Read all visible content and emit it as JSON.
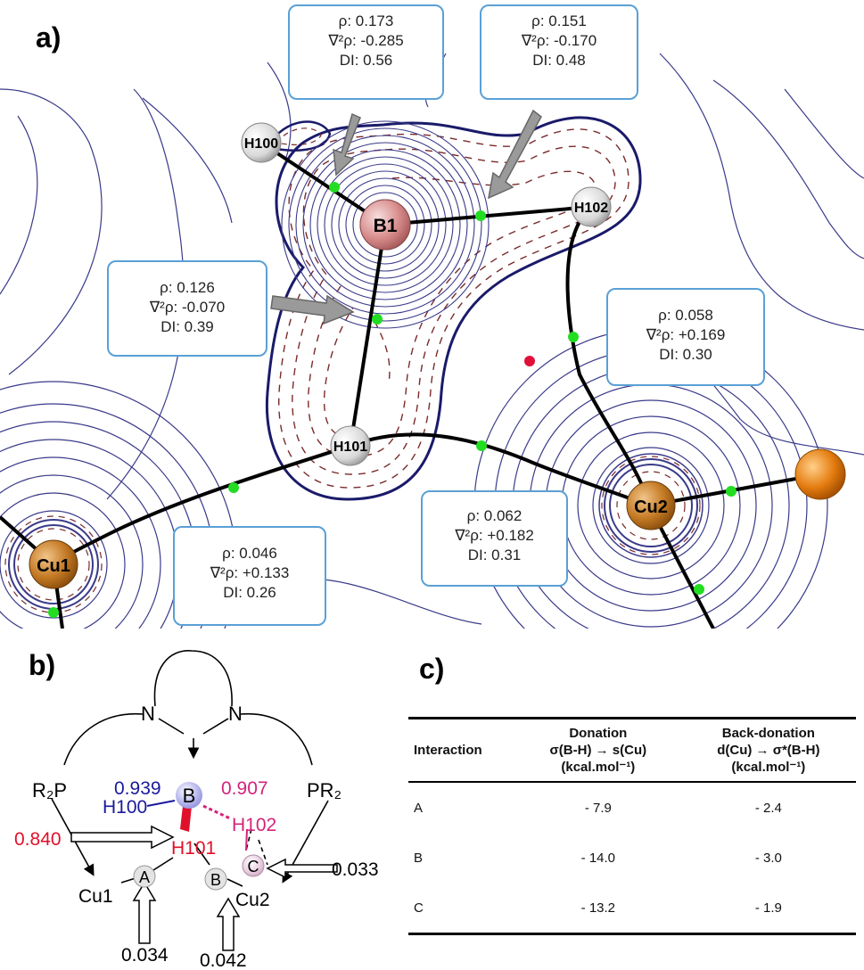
{
  "panels": {
    "a": "a)",
    "b": "b)",
    "c": "c)"
  },
  "atoms": {
    "B1": "B1",
    "H100": "H100",
    "H101": "H101",
    "H102": "H102",
    "Cu1": "Cu1",
    "Cu2": "Cu2"
  },
  "callouts": [
    {
      "id": "b1-h100",
      "rho": "ρ: 0.173",
      "lap": "∇²ρ: -0.285",
      "di": "DI: 0.56"
    },
    {
      "id": "b1-h102",
      "rho": "ρ: 0.151",
      "lap": "∇²ρ: -0.170",
      "di": "DI: 0.48"
    },
    {
      "id": "b1-h101",
      "rho": "ρ: 0.126",
      "lap": "∇²ρ: -0.070",
      "di": "DI: 0.39"
    },
    {
      "id": "h102-cu2",
      "rho": "ρ: 0.058",
      "lap": "∇²ρ: +0.169",
      "di": "DI: 0.30"
    },
    {
      "id": "h101-cu2",
      "rho": "ρ: 0.062",
      "lap": "∇²ρ: +0.182",
      "di": "DI: 0.31"
    },
    {
      "id": "h101-cu1",
      "rho": "ρ: 0.046",
      "lap": "∇²ρ: +0.133",
      "di": "DI: 0.26"
    }
  ],
  "scheme": {
    "N": "N",
    "R2P": "R₂P",
    "PR2": "PR₂",
    "B": "B",
    "H100": "H100",
    "H101": "H101",
    "H102": "H102",
    "Cu1": "Cu1",
    "Cu2": "Cu2",
    "A": "A",
    "Bsite": "B",
    "C": "C",
    "v_h100": "0.939",
    "v_h102": "0.907",
    "v_h101": "0.840",
    "v_A": "0.034",
    "v_B": "0.042",
    "v_C": "0.033",
    "colors": {
      "h100": "#1a1a9c",
      "h102": "#d4237a",
      "h101": "#e0102a"
    }
  },
  "table": {
    "headers": {
      "col1": "Interaction",
      "col2": [
        "Donation",
        "σ(B-H) → s(Cu)",
        "(kcal.mol⁻¹)"
      ],
      "col3": [
        "Back-donation",
        "d(Cu) → σ*(B-H)",
        "(kcal.mol⁻¹)"
      ]
    },
    "rows": [
      {
        "interaction": "A",
        "donation": "- 7.9",
        "back": "- 2.4"
      },
      {
        "interaction": "B",
        "donation": "- 14.0",
        "back": "- 3.0"
      },
      {
        "interaction": "C",
        "donation": "- 13.2",
        "back": "- 1.9"
      }
    ]
  }
}
